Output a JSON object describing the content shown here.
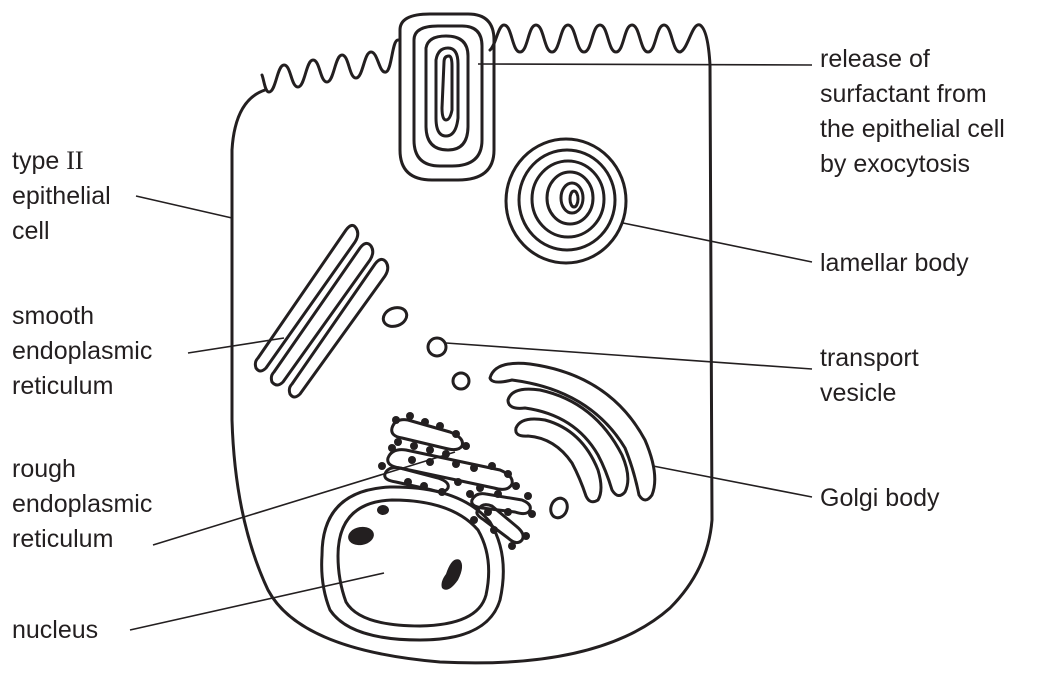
{
  "labels": {
    "type2_line1": "type ",
    "type2_roman": "II",
    "type2_line2": "epithelial",
    "type2_line3": "cell",
    "smooth_er": [
      "smooth",
      "endoplasmic",
      "reticulum"
    ],
    "rough_er": [
      "rough",
      "endoplasmic",
      "reticulum"
    ],
    "nucleus": "nucleus",
    "release": [
      "release of",
      "surfactant from",
      "the epithelial cell",
      "by exocytosis"
    ],
    "lamellar": "lamellar body",
    "transport": [
      "transport",
      "vesicle"
    ],
    "golgi": "Golgi body"
  },
  "colors": {
    "ink": "#231f20",
    "background": "#ffffff"
  }
}
